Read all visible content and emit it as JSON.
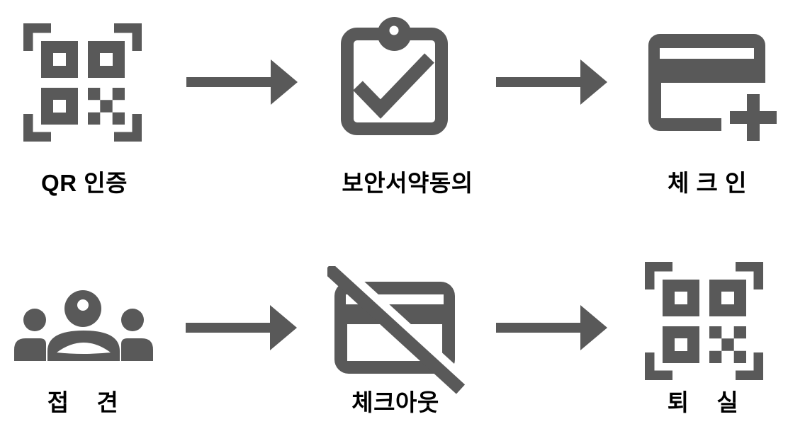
{
  "diagram": {
    "colors": {
      "icon": "#595959",
      "label": "#000000",
      "background": "#ffffff"
    },
    "connector": "right-arrow",
    "rows": [
      {
        "steps": [
          {
            "label": "QR 인증",
            "icon": "qr-code"
          },
          {
            "label": "보안서약동의",
            "icon": "clipboard-check"
          },
          {
            "label": "체 크 인",
            "icon": "card-add"
          }
        ]
      },
      {
        "steps": [
          {
            "label": "접    견",
            "icon": "people-group"
          },
          {
            "label": "체크아웃",
            "icon": "card-slash"
          },
          {
            "label": "퇴    실",
            "icon": "qr-code"
          }
        ]
      }
    ]
  }
}
